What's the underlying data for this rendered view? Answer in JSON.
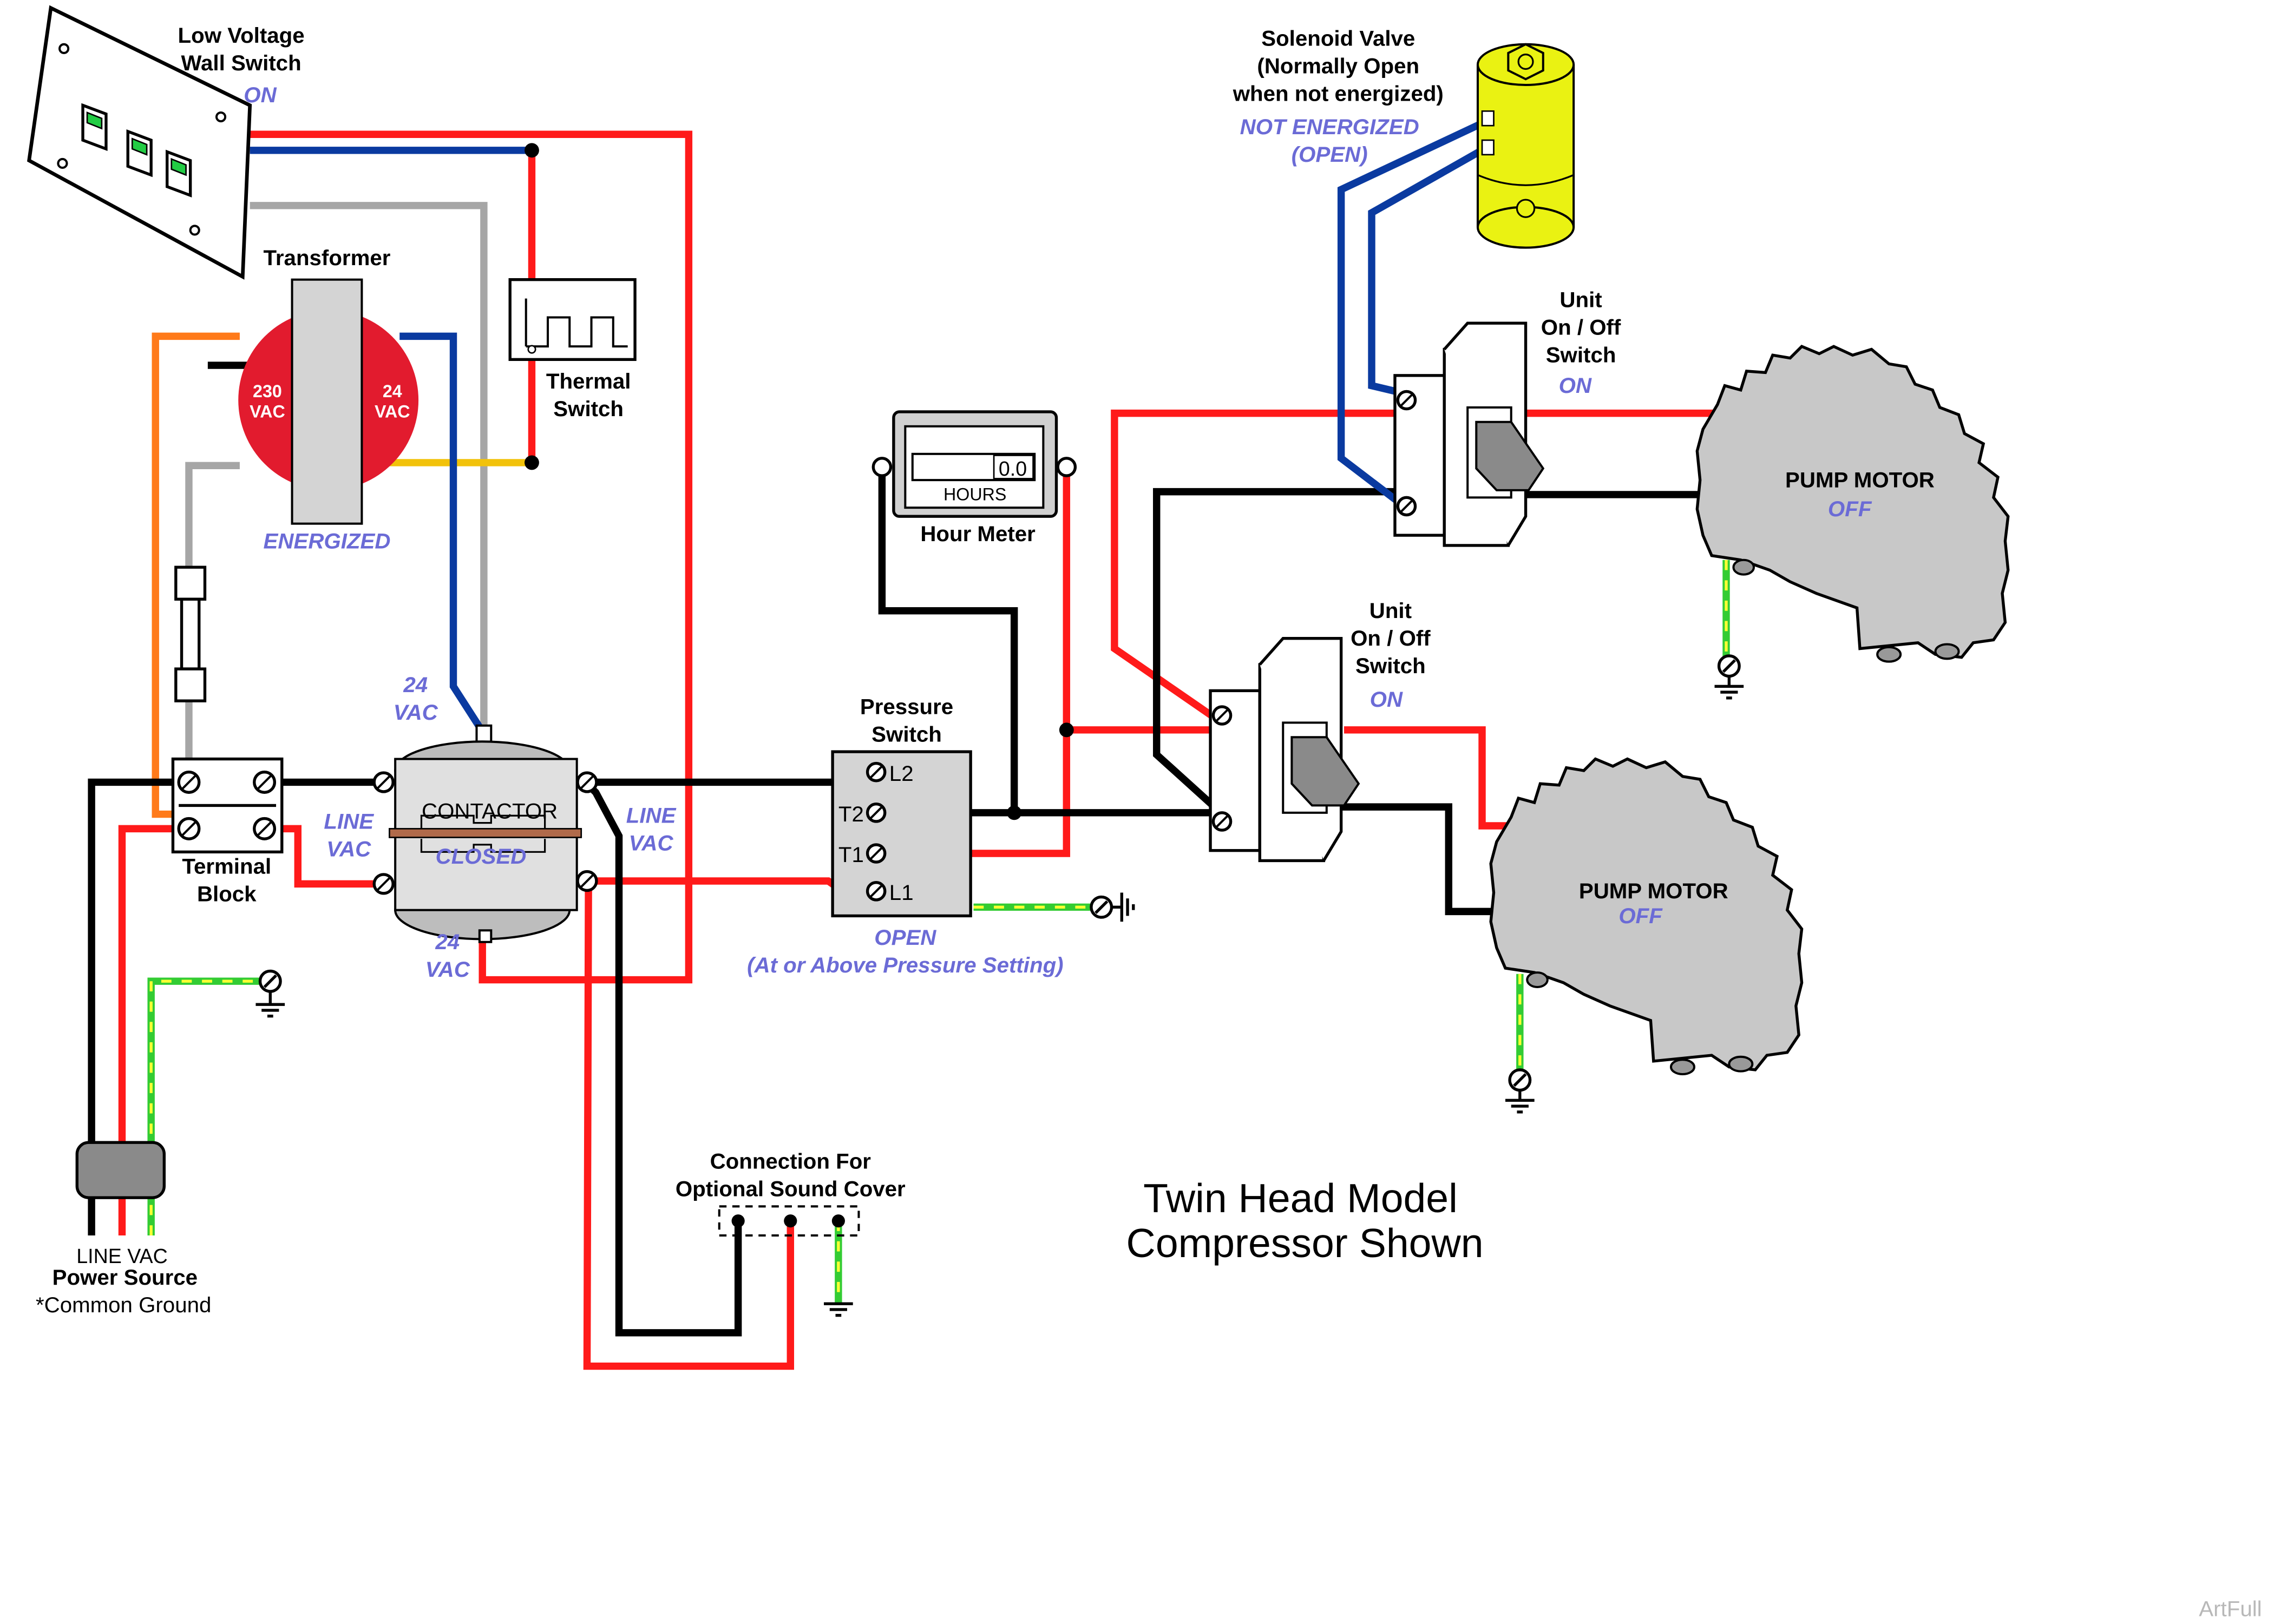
{
  "title": {
    "line1": "Twin Head Model",
    "line2": "Compressor Shown"
  },
  "components": {
    "wall_switch": {
      "label1": "Low Voltage",
      "label2": "Wall Switch",
      "state": "ON"
    },
    "transformer": {
      "label": "Transformer",
      "primary": "230",
      "primary_unit": "VAC",
      "secondary": "24",
      "secondary_unit": "VAC",
      "state": "ENERGIZED"
    },
    "thermal_switch": {
      "label1": "Thermal",
      "label2": "Switch"
    },
    "solenoid": {
      "label1": "Solenoid Valve",
      "label2": "(Normally Open",
      "label3": "when not energized)",
      "state1": "NOT ENERGIZED",
      "state2": "(OPEN)"
    },
    "hour_meter": {
      "label": "Hour Meter",
      "face": "HOURS",
      "digits": "0.0"
    },
    "contactor": {
      "label": "CONTACTOR",
      "state": "CLOSED",
      "v_top_1": "24",
      "v_top_2": "VAC",
      "v_bottom_1": "24",
      "v_bottom_2": "VAC",
      "line_left_1": "LINE",
      "line_left_2": "VAC",
      "line_right_1": "LINE",
      "line_right_2": "VAC"
    },
    "terminal_block": {
      "label1": "Terminal",
      "label2": "Block"
    },
    "pressure_switch": {
      "label1": "Pressure",
      "label2": "Switch",
      "t_l2": "L2",
      "t_t2": "T2",
      "t_t1": "T1",
      "t_l1": "L1",
      "state1": "OPEN",
      "state2": "(At or Above Pressure Setting)"
    },
    "unit_switch_top": {
      "label1": "Unit",
      "label2": "On / Off",
      "label3": "Switch",
      "state": "ON"
    },
    "unit_switch_bottom": {
      "label1": "Unit",
      "label2": "On / Off",
      "label3": "Switch",
      "state": "ON"
    },
    "pump_motor_top": {
      "label": "PUMP MOTOR",
      "state": "OFF"
    },
    "pump_motor_bottom": {
      "label": "PUMP MOTOR",
      "state": "OFF"
    },
    "power_source": {
      "label1": "LINE VAC",
      "label2": "Power Source",
      "label3": "*Common Ground"
    },
    "sound_cover": {
      "label1": "Connection For",
      "label2": "Optional Sound Cover"
    }
  },
  "watermark": "ArtFull",
  "colors": {
    "red": "#ff1a1a",
    "black": "#000000",
    "blue": "#0a3aa0",
    "gray": "#a6a6a6",
    "orange": "#ff7a1a",
    "yellow": "#f2c20a",
    "ground_green": "#33cc33",
    "ground_yellow": "#ffff33",
    "state_text": "#6b6bd6",
    "solenoid": "#eaf212",
    "component_gray": "#c8c8c8"
  }
}
